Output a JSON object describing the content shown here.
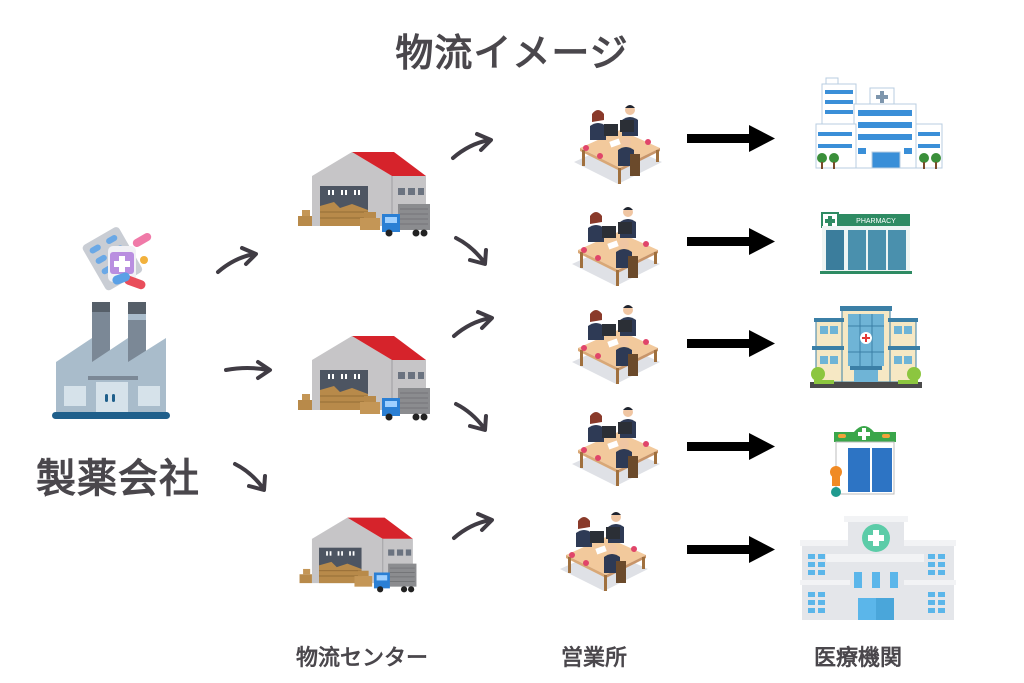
{
  "title": "物流イメージ",
  "source": {
    "label": "製薬会社",
    "icons": [
      "medicine-icon",
      "factory-icon"
    ]
  },
  "columns": [
    {
      "label": "物流センター",
      "icon": "warehouse-icon",
      "count": 3
    },
    {
      "label": "営業所",
      "icon": "sales-office-icon",
      "count": 5
    },
    {
      "label": "医療機関",
      "icon": "medical-facility-icon",
      "count": 5
    }
  ],
  "medical_facilities": [
    {
      "type": "hospital"
    },
    {
      "type": "pharmacy",
      "sign": "PHARMACY"
    },
    {
      "type": "general-hospital"
    },
    {
      "type": "clinic"
    },
    {
      "type": "large-hospital"
    }
  ],
  "colors": {
    "text": "#4a474c",
    "arrow_curved": "#403c44",
    "arrow_bold": "#000000",
    "roof_red": "#d6232b",
    "truck_blue": "#2a7fd4",
    "factory_body": "#a9bccb",
    "factory_base": "#1f5f8b",
    "pharmacy_green": "#2e8b63",
    "clinic_green": "#3aa64a",
    "hospital_blue": "#3a8fd8",
    "cross_teal": "#5ccca8"
  }
}
